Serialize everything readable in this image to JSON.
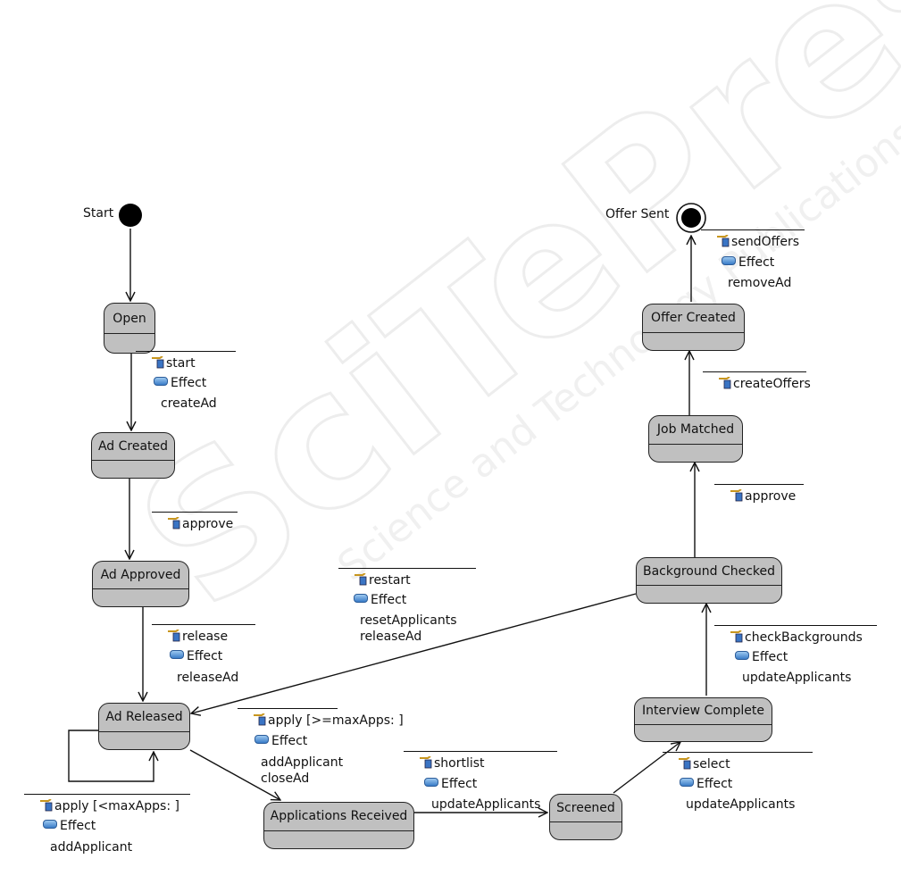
{
  "watermark": {
    "main": "SciTePress",
    "sub": "Science and Technology Publications"
  },
  "start_label": "Start",
  "end_label": "Offer Sent",
  "states": {
    "open": "Open",
    "ad_created": "Ad Created",
    "ad_approved": "Ad Approved",
    "ad_released": "Ad Released",
    "applications_received": "Applications Received",
    "screened": "Screened",
    "interview_complete": "Interview Complete",
    "background_checked": "Background Checked",
    "job_matched": "Job Matched",
    "offer_created": "Offer Created"
  },
  "effect_label": "Effect",
  "transitions": {
    "start": {
      "trigger": "start",
      "effect": "createAd"
    },
    "approve1": {
      "trigger": "approve"
    },
    "release": {
      "trigger": "release",
      "effect": "releaseAd"
    },
    "apply_lt": {
      "trigger": "apply  [<maxApps: ]",
      "effect": "addApplicant"
    },
    "apply_ge": {
      "trigger": "apply  [>=maxApps: ]",
      "effect": "addApplicant\ncloseAd"
    },
    "restart": {
      "trigger": "restart",
      "effect": "resetApplicants\nreleaseAd"
    },
    "shortlist": {
      "trigger": "shortlist",
      "effect": "updateApplicants"
    },
    "select": {
      "trigger": "select",
      "effect": "updateApplicants"
    },
    "check": {
      "trigger": "checkBackgrounds",
      "effect": "updateApplicants"
    },
    "approve2": {
      "trigger": "approve"
    },
    "create_offers": {
      "trigger": "createOffers"
    },
    "send_offers": {
      "trigger": "sendOffers",
      "effect": "removeAd"
    }
  }
}
